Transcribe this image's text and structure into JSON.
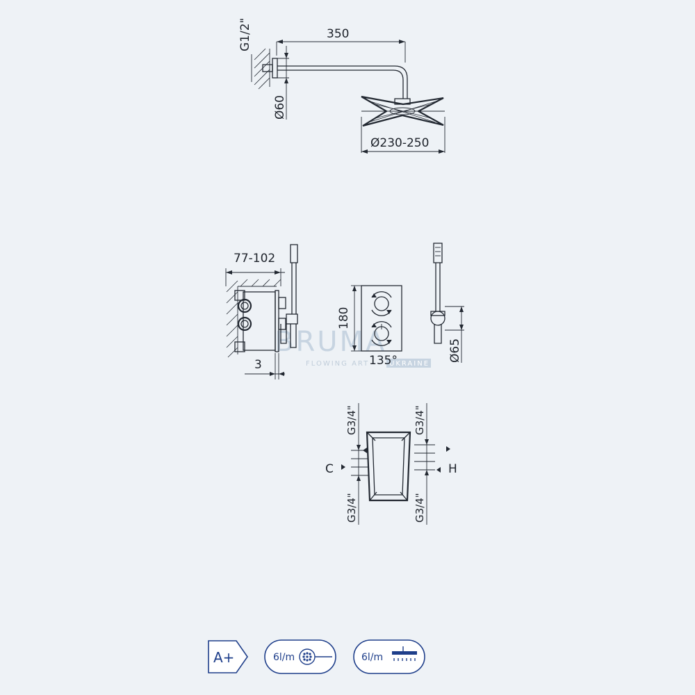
{
  "watermark": {
    "brand": "BRUMA",
    "tagline": "FLOWING ART",
    "region": "UKRAINE"
  },
  "dimensions": {
    "inlet_thread": "G1/2\"",
    "arm_length": "350",
    "flange_diameter": "Ø60",
    "head_diameter": "Ø230-250",
    "wall_depth": "77-102",
    "plate_height": "180",
    "rotation_angle": "135°",
    "plate_gap": "3",
    "handshower_holder": "Ø65",
    "port_top_left": "G3/4\"",
    "port_top_right": "G3/4\"",
    "port_bottom_left": "G3/4\"",
    "port_bottom_right": "G3/4\"",
    "cold_label": "C",
    "hot_label": "H"
  },
  "badges": {
    "energy_class": "A+",
    "flow_hand": "6l/m",
    "flow_head": "6l/m"
  },
  "icons": {
    "handshower": "handshower-icon",
    "rain_head": "rain-shower-icon"
  },
  "colors": {
    "background": "#eef2f6",
    "line": "#222831",
    "badge": "#1e3e8a",
    "watermark": "#c7d4e1"
  }
}
